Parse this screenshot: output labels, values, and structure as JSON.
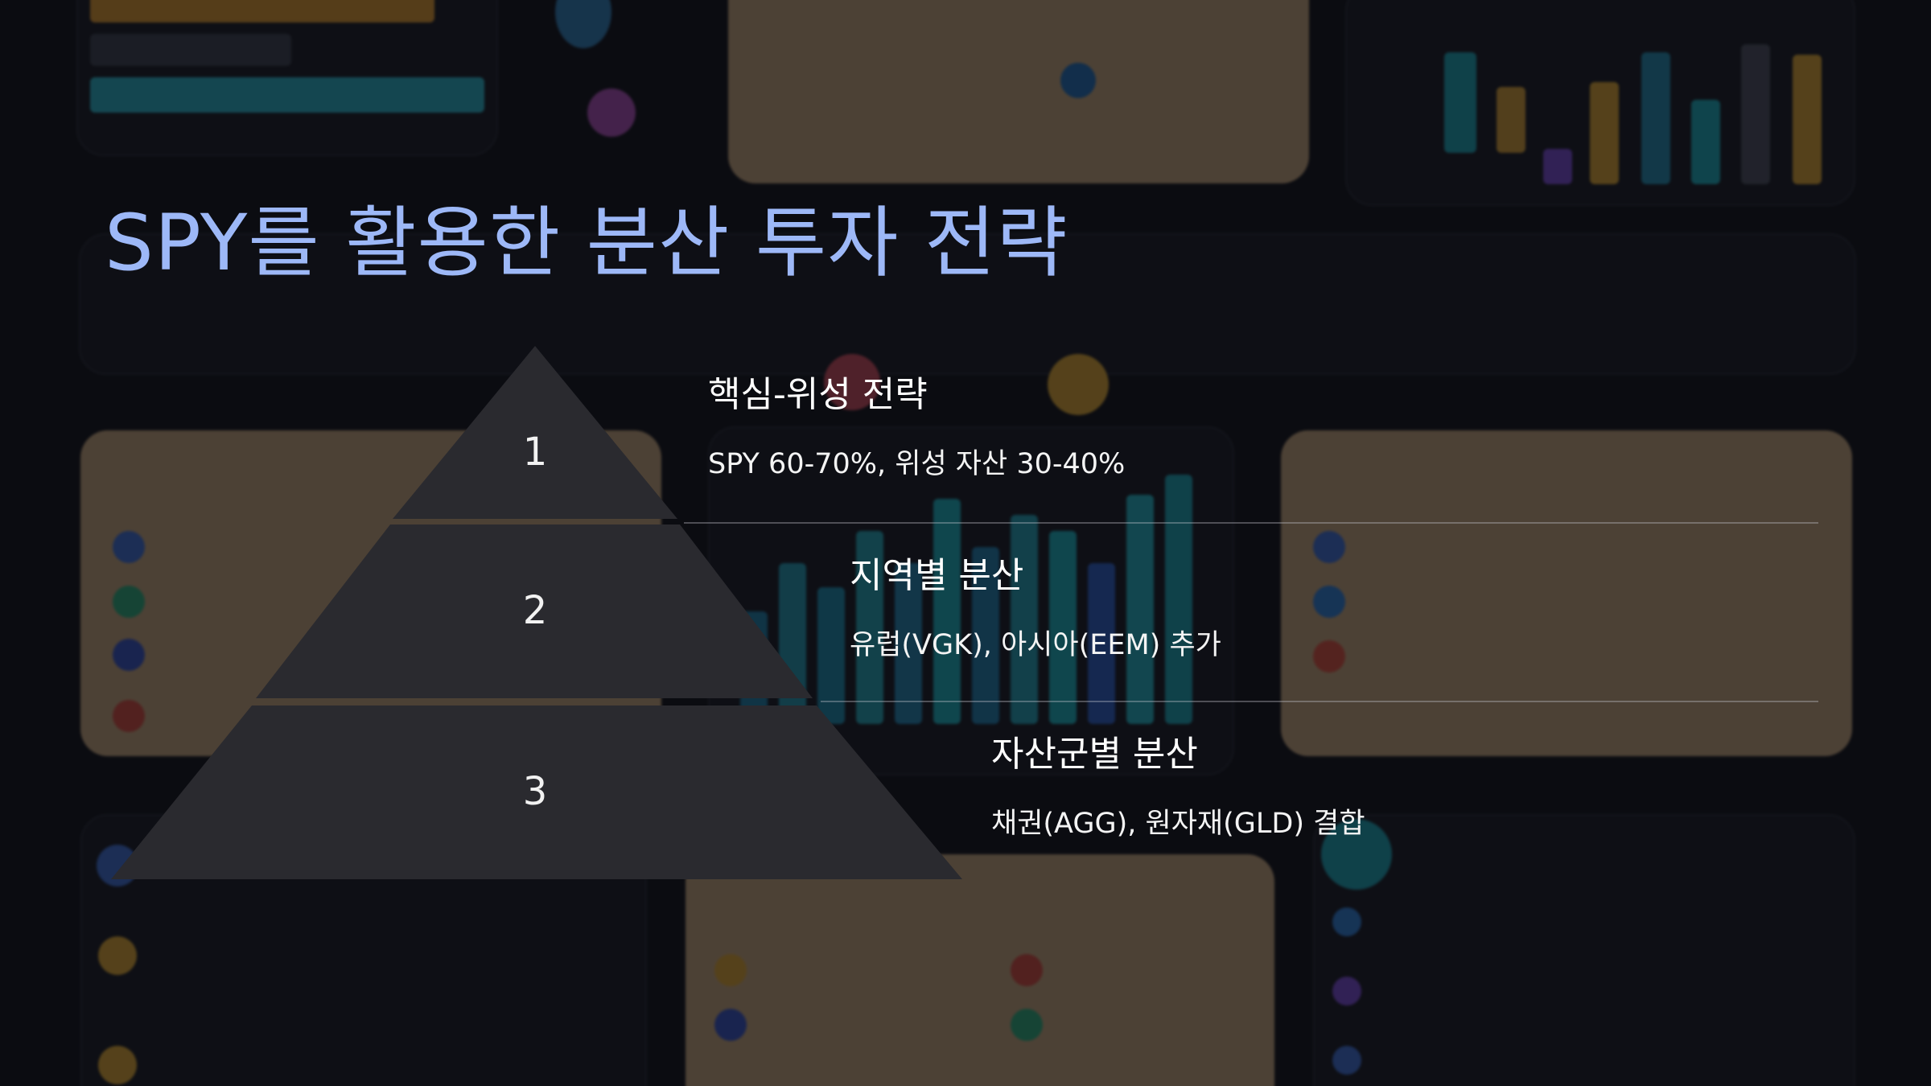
{
  "slide": {
    "title": "SPY를 활용한 분산 투자 전략"
  },
  "pyramid": {
    "tiers": [
      {
        "number": "1",
        "title": "핵심-위성 전략",
        "description": "SPY 60-70%, 위성 자산 30-40%"
      },
      {
        "number": "2",
        "title": "지역별 분산",
        "description": "유럽(VGK), 아시아(EEM) 추가"
      },
      {
        "number": "3",
        "title": "자산군별 분산",
        "description": "채권(AGG), 원자재(GLD) 결합"
      }
    ]
  },
  "colors": {
    "background": "#0c0d12",
    "title": "#9db8f7",
    "pyramid_fill": "#2a2a2f",
    "text": "#ffffff"
  }
}
